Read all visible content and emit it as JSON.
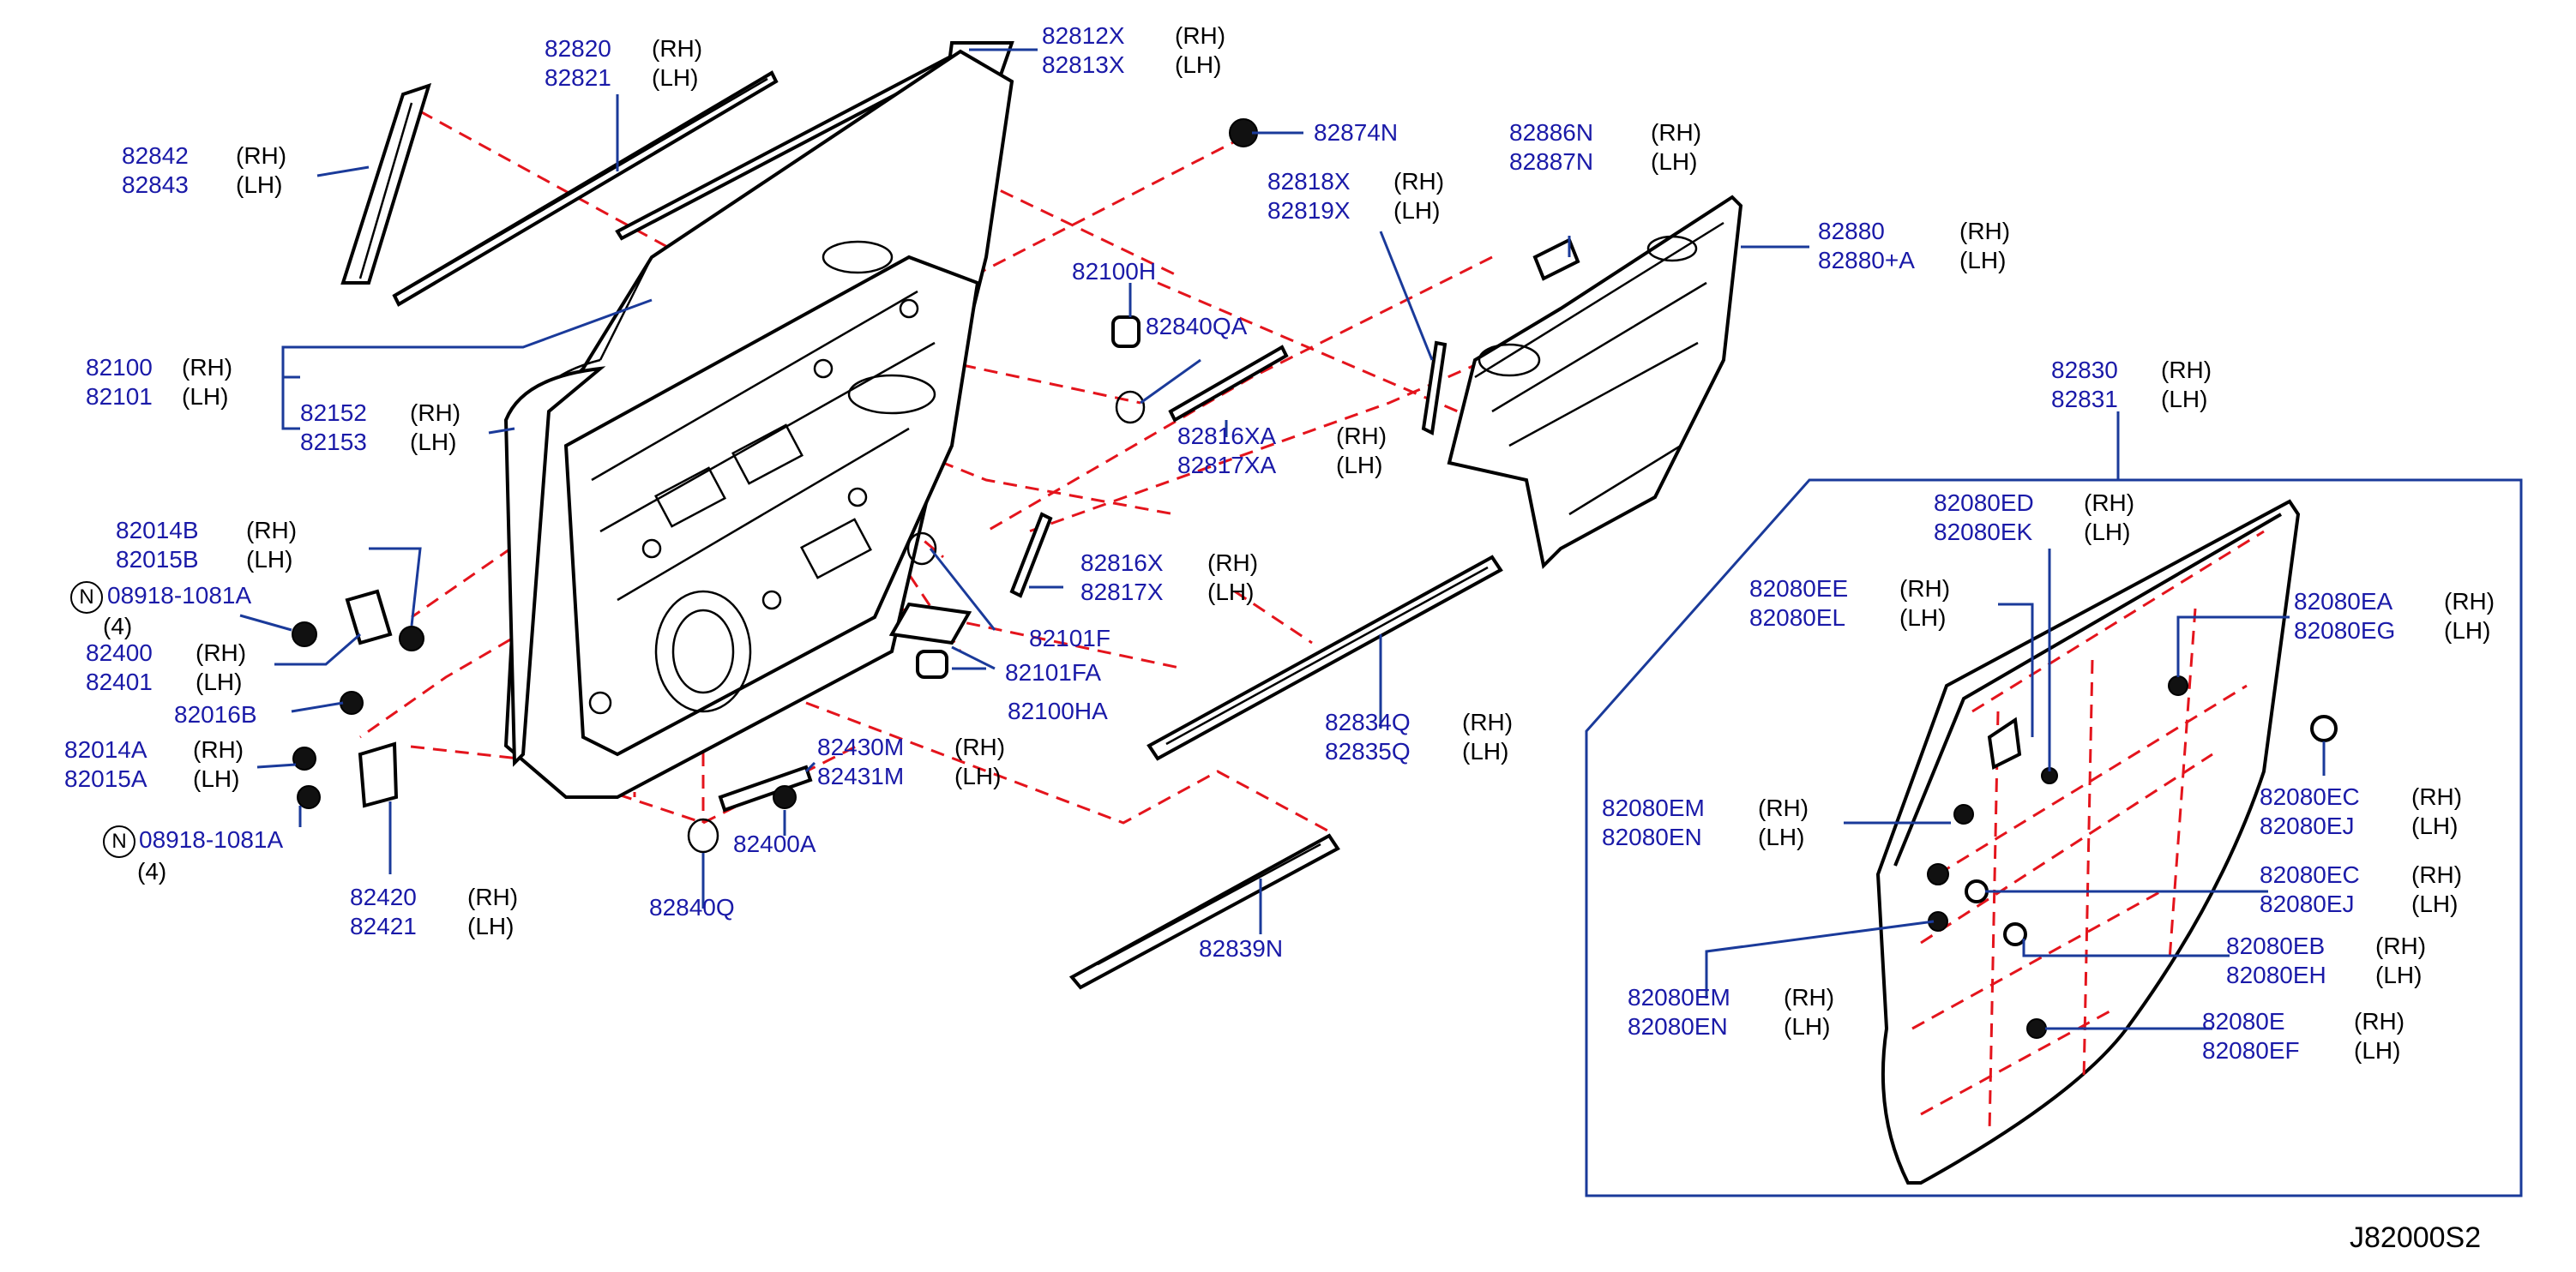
{
  "diagram_code": "J82000S2",
  "labels": [
    {
      "id": "82820",
      "l1": "82820",
      "l2": "82821",
      "s1": "(RH)",
      "s2": "(LH)"
    },
    {
      "id": "82812x",
      "l1": "82812X",
      "l2": "82813X",
      "s1": "(RH)",
      "s2": "(LH)"
    },
    {
      "id": "82842",
      "l1": "82842",
      "l2": "82843",
      "s1": "(RH)",
      "s2": "(LH)"
    },
    {
      "id": "82874n",
      "l1": "82874N",
      "l2": "",
      "s1": "",
      "s2": ""
    },
    {
      "id": "82886n",
      "l1": "82886N",
      "l2": "82887N",
      "s1": "(RH)",
      "s2": "(LH)"
    },
    {
      "id": "82818x",
      "l1": "82818X",
      "l2": "82819X",
      "s1": "(RH)",
      "s2": "(LH)"
    },
    {
      "id": "82880",
      "l1": "82880",
      "l2": "82880+A",
      "s1": "(RH)",
      "s2": "(LH)"
    },
    {
      "id": "82100h",
      "l1": "82100H",
      "l2": "",
      "s1": "",
      "s2": ""
    },
    {
      "id": "82840qa",
      "l1": "82840QA",
      "l2": "",
      "s1": "",
      "s2": ""
    },
    {
      "id": "82100",
      "l1": "82100",
      "l2": "82101",
      "s1": "(RH)",
      "s2": "(LH)"
    },
    {
      "id": "82152",
      "l1": "82152",
      "l2": "82153",
      "s1": "(RH)",
      "s2": "(LH)"
    },
    {
      "id": "82816xa",
      "l1": "82816XA",
      "l2": "82817XA",
      "s1": "(RH)",
      "s2": "(LH)"
    },
    {
      "id": "82830",
      "l1": "82830",
      "l2": "82831",
      "s1": "(RH)",
      "s2": "(LH)"
    },
    {
      "id": "82014b",
      "l1": "82014B",
      "l2": "82015B",
      "s1": "(RH)",
      "s2": "(LH)"
    },
    {
      "id": "82816x",
      "l1": "82816X",
      "l2": "82817X",
      "s1": "(RH)",
      "s2": "(LH)"
    },
    {
      "id": "82101f",
      "l1": "82101F",
      "l2": "",
      "s1": "",
      "s2": ""
    },
    {
      "id": "82400",
      "l1": "82400",
      "l2": "82401",
      "s1": "(RH)",
      "s2": "(LH)"
    },
    {
      "id": "82101fa",
      "l1": "82101FA",
      "l2": "",
      "s1": "",
      "s2": ""
    },
    {
      "id": "82016b",
      "l1": "82016B",
      "l2": "",
      "s1": "",
      "s2": ""
    },
    {
      "id": "82100ha",
      "l1": "82100HA",
      "l2": "",
      "s1": "",
      "s2": ""
    },
    {
      "id": "82834q",
      "l1": "82834Q",
      "l2": "82835Q",
      "s1": "(RH)",
      "s2": "(LH)"
    },
    {
      "id": "82014a",
      "l1": "82014A",
      "l2": "82015A",
      "s1": "(RH)",
      "s2": "(LH)"
    },
    {
      "id": "82430m",
      "l1": "82430M",
      "l2": "82431M",
      "s1": "(RH)",
      "s2": "(LH)"
    },
    {
      "id": "82400a",
      "l1": "82400A",
      "l2": "",
      "s1": "",
      "s2": ""
    },
    {
      "id": "82420",
      "l1": "82420",
      "l2": "82421",
      "s1": "(RH)",
      "s2": "(LH)"
    },
    {
      "id": "82840q",
      "l1": "82840Q",
      "l2": "",
      "s1": "",
      "s2": ""
    },
    {
      "id": "82839n",
      "l1": "82839N",
      "l2": "",
      "s1": "",
      "s2": ""
    },
    {
      "id": "82080ed",
      "l1": "82080ED",
      "l2": "82080EK",
      "s1": "(RH)",
      "s2": "(LH)"
    },
    {
      "id": "82080ee",
      "l1": "82080EE",
      "l2": "82080EL",
      "s1": "(RH)",
      "s2": "(LH)"
    },
    {
      "id": "82080ea",
      "l1": "82080EA",
      "l2": "82080EG",
      "s1": "(RH)",
      "s2": "(LH)"
    },
    {
      "id": "82080ec1",
      "l1": "82080EC",
      "l2": "82080EJ",
      "s1": "(RH)",
      "s2": "(LH)"
    },
    {
      "id": "82080em1",
      "l1": "82080EM",
      "l2": "82080EN",
      "s1": "(RH)",
      "s2": "(LH)"
    },
    {
      "id": "82080ec2",
      "l1": "82080EC",
      "l2": "82080EJ",
      "s1": "(RH)",
      "s2": "(LH)"
    },
    {
      "id": "82080eb",
      "l1": "82080EB",
      "l2": "82080EH",
      "s1": "(RH)",
      "s2": "(LH)"
    },
    {
      "id": "82080em2",
      "l1": "82080EM",
      "l2": "82080EN",
      "s1": "(RH)",
      "s2": "(LH)"
    },
    {
      "id": "82080e",
      "l1": "82080E",
      "l2": "82080EF",
      "s1": "(RH)",
      "s2": "(LH)"
    }
  ],
  "fasteners": [
    {
      "id": "n1",
      "symbol": "N",
      "part": "08918-1081A",
      "qty": "(4)"
    },
    {
      "id": "n2",
      "symbol": "N",
      "part": "08918-1081A",
      "qty": "(4)"
    }
  ]
}
